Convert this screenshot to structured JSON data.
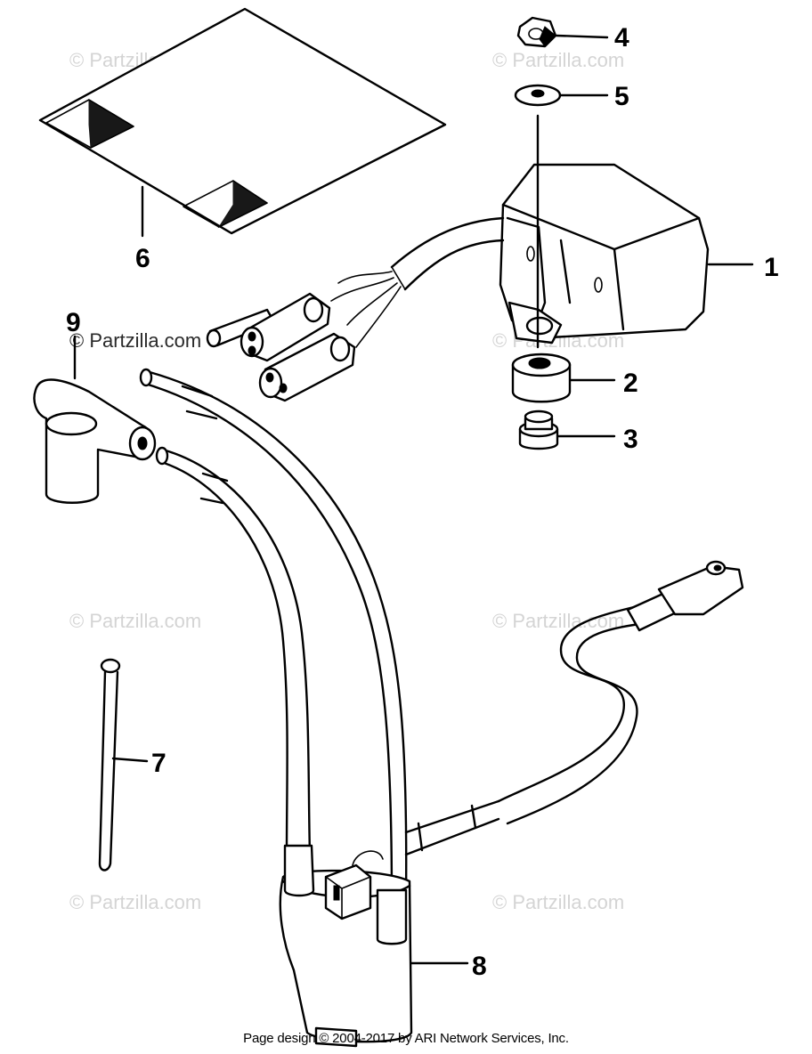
{
  "diagram": {
    "callouts": [
      {
        "id": "1",
        "label": "1"
      },
      {
        "id": "2",
        "label": "2"
      },
      {
        "id": "3",
        "label": "3"
      },
      {
        "id": "4",
        "label": "4"
      },
      {
        "id": "5",
        "label": "5"
      },
      {
        "id": "6",
        "label": "6"
      },
      {
        "id": "7",
        "label": "7"
      },
      {
        "id": "8",
        "label": "8"
      },
      {
        "id": "9",
        "label": "9"
      }
    ]
  },
  "watermarks": {
    "text": "© Partzilla.com"
  },
  "footer": {
    "text": "Page design © 2004-2017 by ARI Network Services, Inc."
  },
  "colors": {
    "ink": "#000000",
    "watermark": "#d4d4d4",
    "background": "#ffffff"
  }
}
